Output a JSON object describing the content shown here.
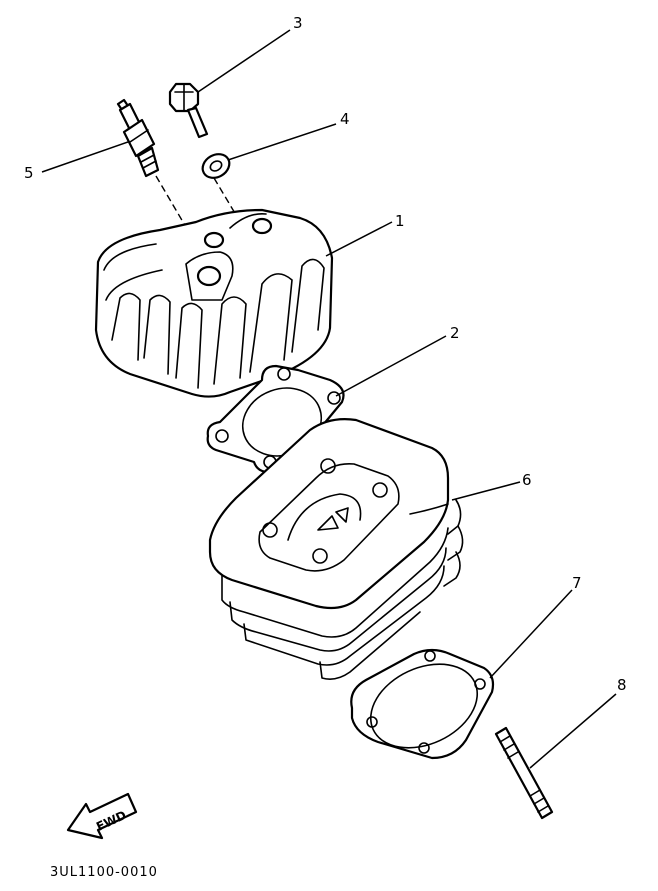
{
  "callouts": {
    "c1": "1",
    "c2": "2",
    "c3": "3",
    "c4": "4",
    "c5": "5",
    "c6": "6",
    "c7": "7",
    "c8": "8"
  },
  "fwd_label": "FWD",
  "drawing_code": "3UL1100-0010"
}
